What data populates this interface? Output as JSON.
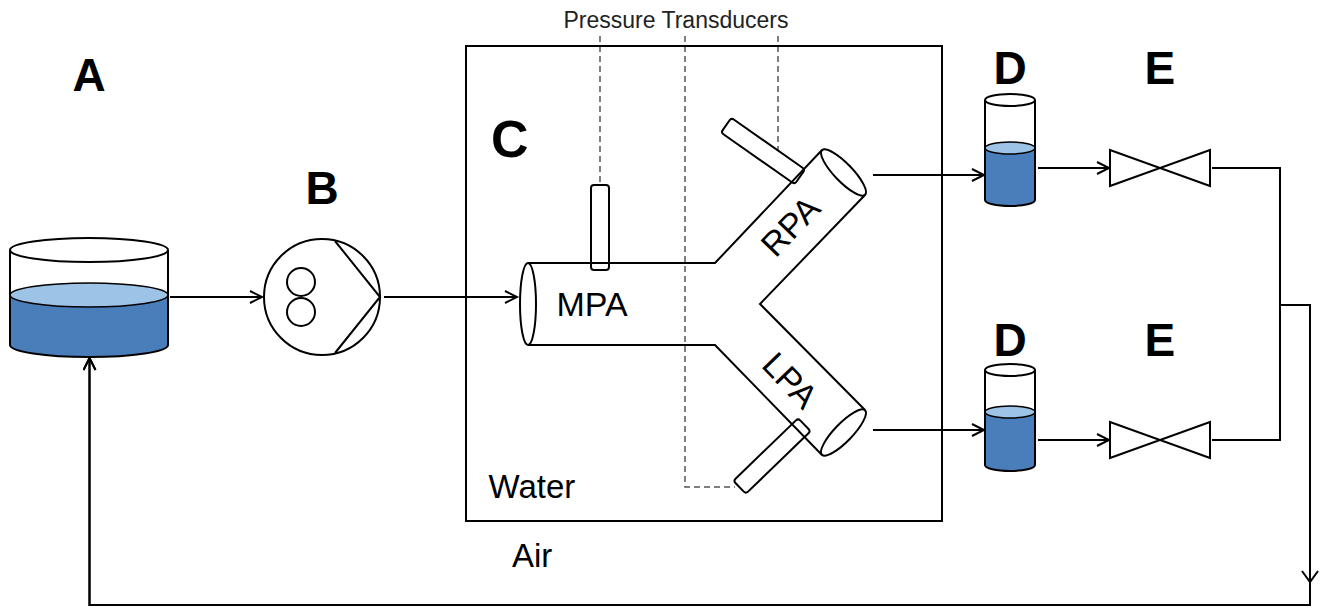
{
  "diagram": {
    "nodes": [
      {
        "text": [
          "A"
        ]
      },
      {
        "text": [
          "B"
        ]
      },
      {
        "text": [
          "C",
          "Water"
        ]
      },
      {
        "text": [
          "MPA",
          "RPA",
          "LPA"
        ],
        "in": 2
      },
      {
        "text": [
          "D"
        ]
      },
      {
        "text": [
          "E"
        ]
      },
      {
        "text": [
          "D"
        ]
      },
      {
        "text": [
          "E"
        ]
      }
    ],
    "edges": [
      {
        "from": 0,
        "to": 1,
        "arrow": "to"
      },
      {
        "from": 1,
        "to": 3,
        "arrow": "to"
      },
      {
        "from": 3,
        "to": 4,
        "arrow": "to"
      },
      {
        "from": 4,
        "to": 5,
        "arrow": "to"
      },
      {
        "from": 3,
        "to": 6,
        "arrow": "to"
      },
      {
        "from": 6,
        "to": 7,
        "arrow": "to"
      },
      {
        "from": 5,
        "to": 0,
        "arrow": "to"
      },
      {
        "from": 7,
        "to": 0,
        "arrow": "to"
      }
    ],
    "labels": [
      "Pressure Transducers",
      "Air"
    ]
  }
}
